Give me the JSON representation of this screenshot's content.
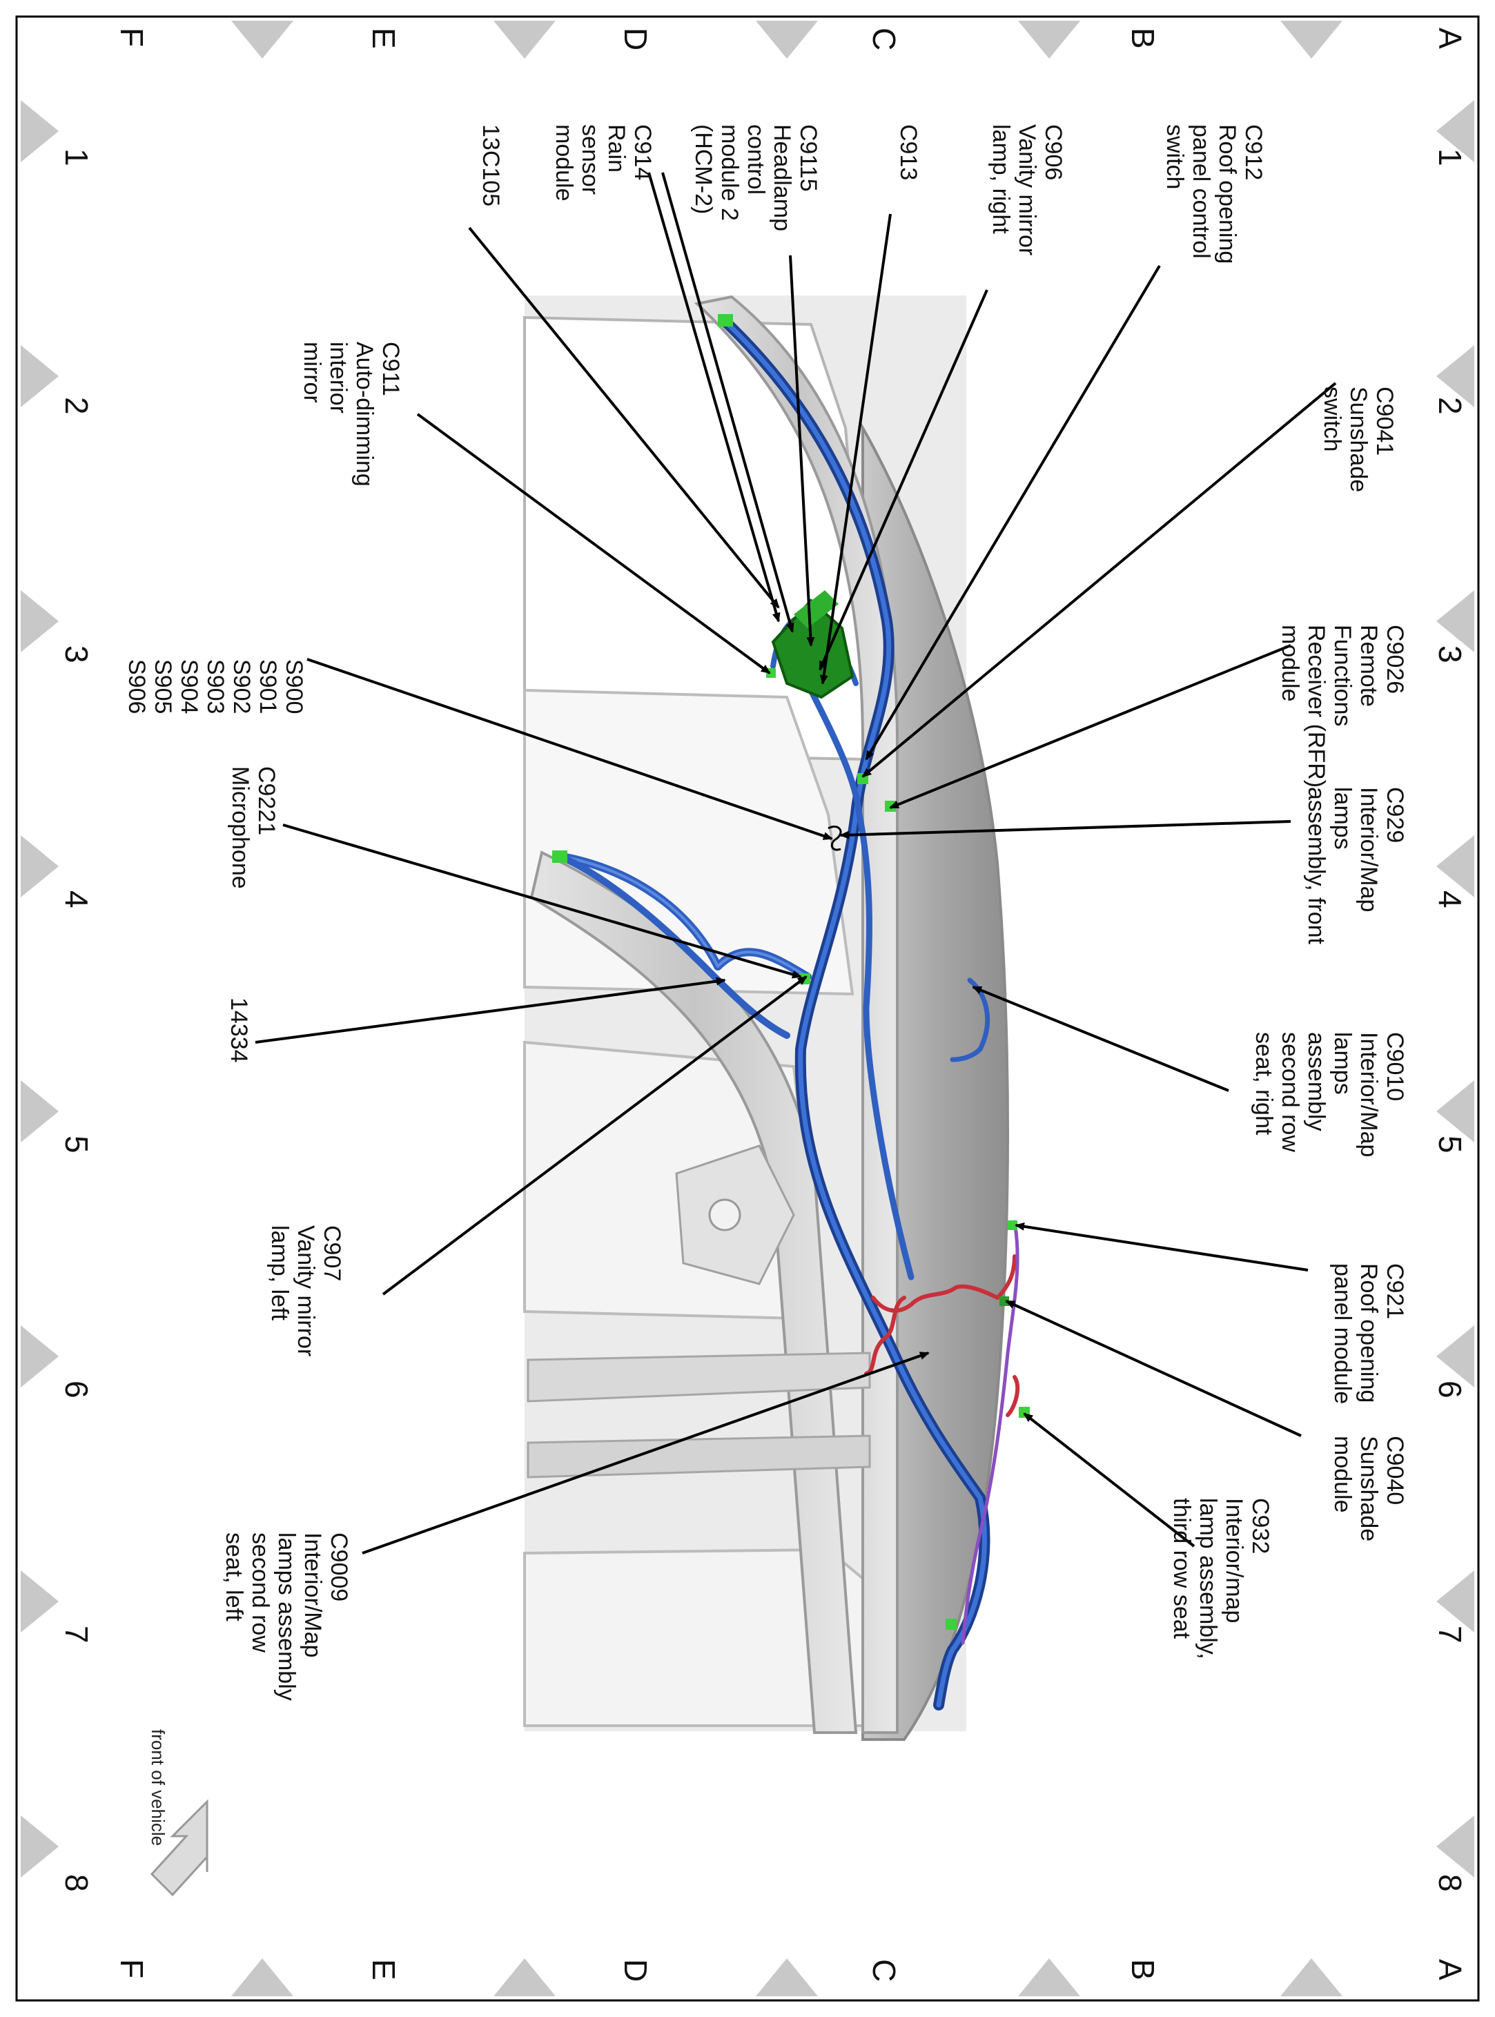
{
  "grid": {
    "letters": [
      "A",
      "B",
      "C",
      "D",
      "E",
      "F"
    ],
    "numbers": [
      "1",
      "2",
      "3",
      "4",
      "5",
      "6",
      "7",
      "8"
    ]
  },
  "front_of_vehicle": "front of vehicle",
  "callouts": {
    "c912": [
      "C912",
      "Roof opening",
      "panel control",
      "switch"
    ],
    "c9041": [
      "C9041",
      "Sunshade",
      "switch"
    ],
    "c9026": [
      "C9026",
      "Remote",
      "Functions",
      "Receiver (RFR)",
      "module"
    ],
    "c929": [
      "C929",
      "Interior/Map",
      "lamps",
      "assembly, front"
    ],
    "c9010": [
      "C9010",
      "Interior/Map",
      "lamps",
      "assembly",
      "second row",
      "seat, right"
    ],
    "c921": [
      "C921",
      "Roof opening",
      "panel module"
    ],
    "c9040": [
      "C9040",
      "Sunshade",
      "module"
    ],
    "c932": [
      "C932",
      "Interior/map",
      "lamp assembly,",
      "third row seat"
    ],
    "c906": [
      "C906",
      "Vanity mirror",
      "lamp, right"
    ],
    "c913": [
      "C913"
    ],
    "c9115": [
      "C9115",
      "Headlamp",
      "control",
      "module 2",
      "(HCM-2)"
    ],
    "c914": [
      "C914",
      "Rain",
      "sensor",
      "module"
    ],
    "c13c105": [
      "13C105"
    ],
    "c911": [
      "C911",
      "Auto-dimming",
      "interior",
      "mirror"
    ],
    "s900": [
      "S900",
      "S901",
      "S902",
      "S903",
      "S904",
      "S905",
      "S906"
    ],
    "c9221": [
      "C9221",
      "Microphone"
    ],
    "c14334": [
      "14334"
    ],
    "c907": [
      "C907",
      "Vanity mirror",
      "lamp, left"
    ],
    "c9009": [
      "C9009",
      "Interior/Map",
      "lamps assembly",
      "second row",
      "seat, left"
    ]
  },
  "colors": {
    "harness_blue": "#2f5fc0",
    "harness_red": "#c8303a",
    "harness_purple": "#8a4fc0",
    "connector_green": "#3ad13a",
    "module_green": "#1f8a1f",
    "frame_gray": "#c4c4c4",
    "roof_gray": "#9a9a9a"
  }
}
